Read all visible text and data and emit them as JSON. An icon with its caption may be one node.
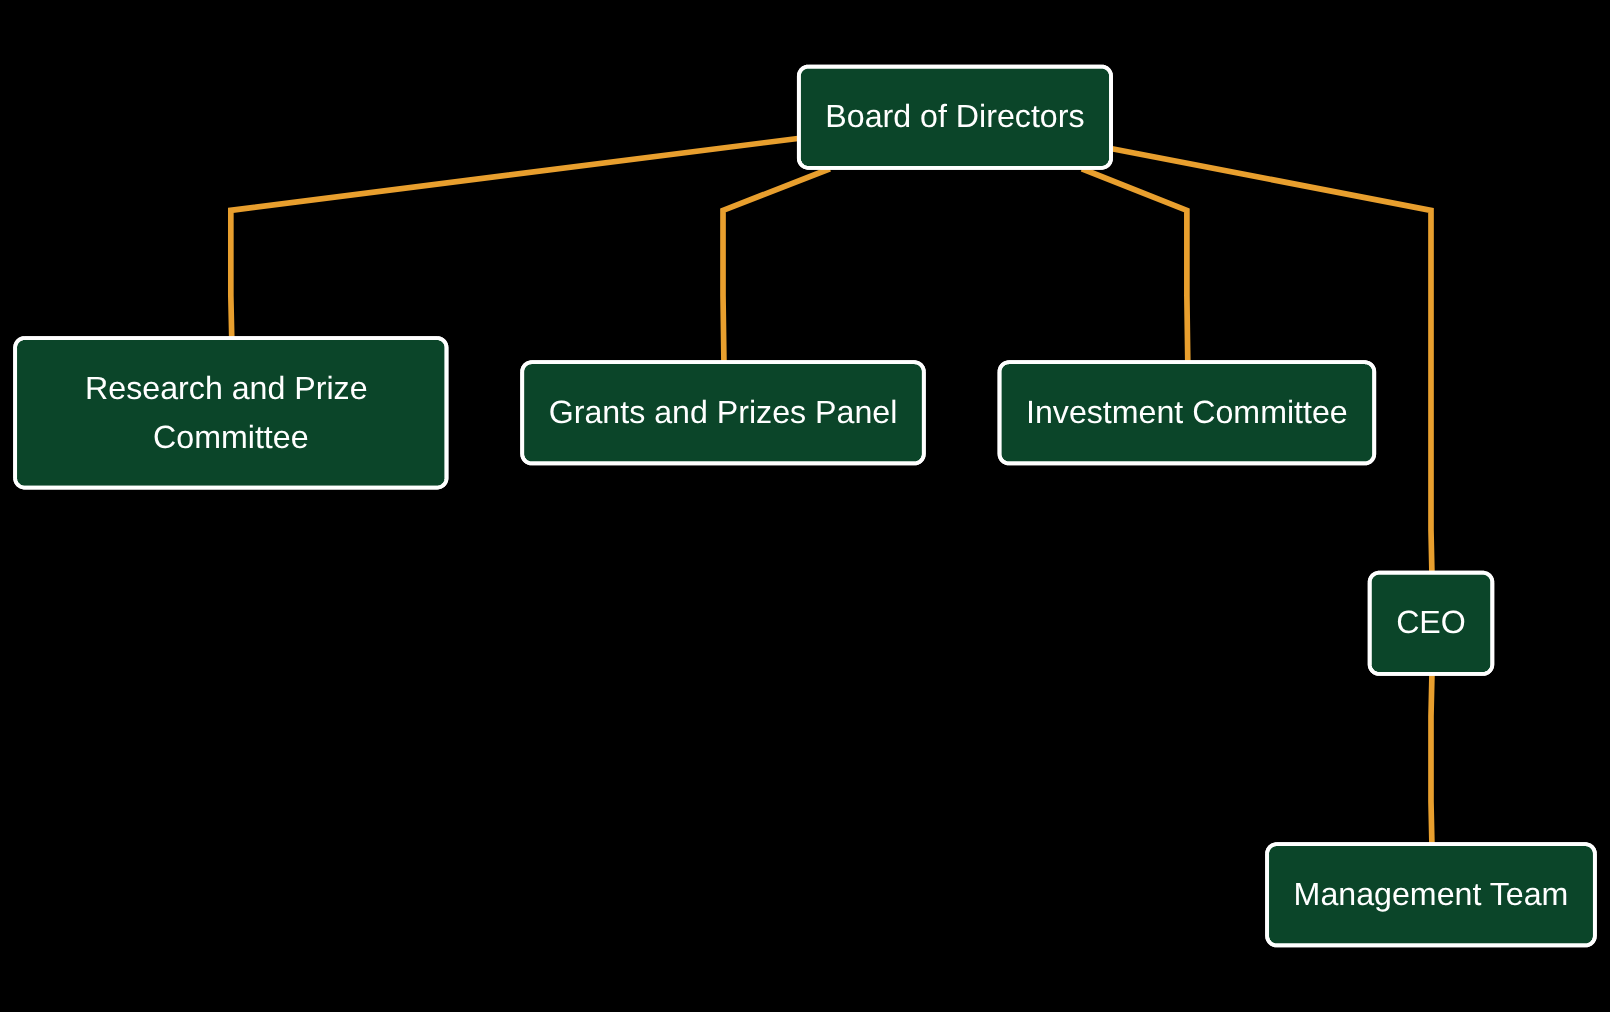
{
  "diagram": {
    "nodes": [
      {
        "text": [
          "Board of Directors"
        ]
      },
      {
        "text": [
          "Research and Prize Committee"
        ]
      },
      {
        "text": [
          "Grants and Prizes Panel"
        ]
      },
      {
        "text": [
          "Investment Committee"
        ]
      },
      {
        "text": [
          "CEO"
        ]
      },
      {
        "text": [
          "Management Team"
        ]
      }
    ],
    "edges": [
      {
        "from": 0,
        "to": 1,
        "arrow": "none"
      },
      {
        "from": 0,
        "to": 2,
        "arrow": "none"
      },
      {
        "from": 0,
        "to": 3,
        "arrow": "none"
      },
      {
        "from": 0,
        "to": 4,
        "arrow": "none"
      },
      {
        "from": 4,
        "to": 5,
        "arrow": "none"
      }
    ]
  }
}
